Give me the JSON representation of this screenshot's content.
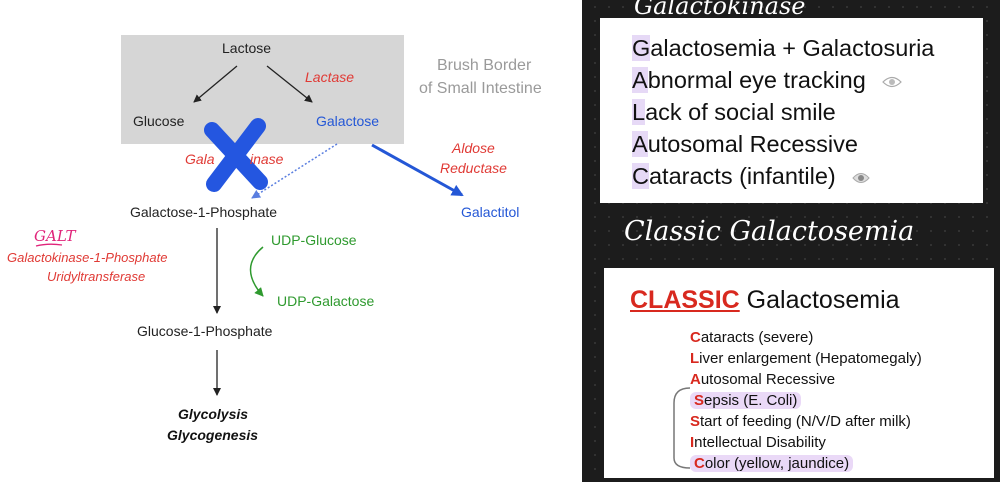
{
  "slide": {
    "lactose": "Lactose",
    "lactase": "Lactase",
    "glucose": "Glucose",
    "galactose": "Galactose",
    "brush_border_line1": "Brush Border",
    "brush_border_line2": "of Small Intestine",
    "galactokinase_left": "Gala",
    "galactokinase_right": "inase",
    "aldose_line1": "Aldose",
    "aldose_line2": "Reductase",
    "galactitol": "Galactitol",
    "gal1p": "Galactose-1-Phosphate",
    "galt_handwritten": "GALT",
    "galt_line1": "Galactokinase-1-Phosphate",
    "galt_line2": "Uridyltransferase",
    "udp_glucose": "UDP-Glucose",
    "udp_galactose": "UDP-Galactose",
    "glc1p": "Glucose-1-Phosphate",
    "glycolysis": "Glycolysis",
    "glycogenesis": "Glycogenesis"
  },
  "galactokinase_card": {
    "handwritten_title": "Galactokinase",
    "items": [
      {
        "initial": "G",
        "rest": "alactosemia + Galactosuria"
      },
      {
        "initial": "A",
        "rest": "bnormal eye tracking"
      },
      {
        "initial": "L",
        "rest": "ack of social smile"
      },
      {
        "initial": "A",
        "rest": "utosomal Recessive"
      },
      {
        "initial": "C",
        "rest": "ataracts (infantile)"
      }
    ]
  },
  "classic_card": {
    "handwritten_title": "Classic Galactosemia",
    "title_bold": "CLASSIC",
    "title_rest": " Galactosemia",
    "items": [
      {
        "initial": "C",
        "rest": "ataracts (severe)"
      },
      {
        "initial": "L",
        "rest": "iver enlargement (Hepatomegaly)"
      },
      {
        "initial": "A",
        "rest": "utosomal Recessive"
      },
      {
        "initial": "S",
        "rest": "epsis (E. Coli)"
      },
      {
        "initial": "S",
        "rest": "tart of feeding (N/V/D after milk)"
      },
      {
        "initial": "I",
        "rest": "ntellectual Disability"
      },
      {
        "initial": "C",
        "rest": "olor (yellow, jaundice)"
      }
    ]
  },
  "colors": {
    "red": "#e03a35",
    "green": "#2f9a2f",
    "blue": "#2457d6",
    "highlight": "#e6d9f6",
    "handwriting_pink": "#e0247a"
  }
}
